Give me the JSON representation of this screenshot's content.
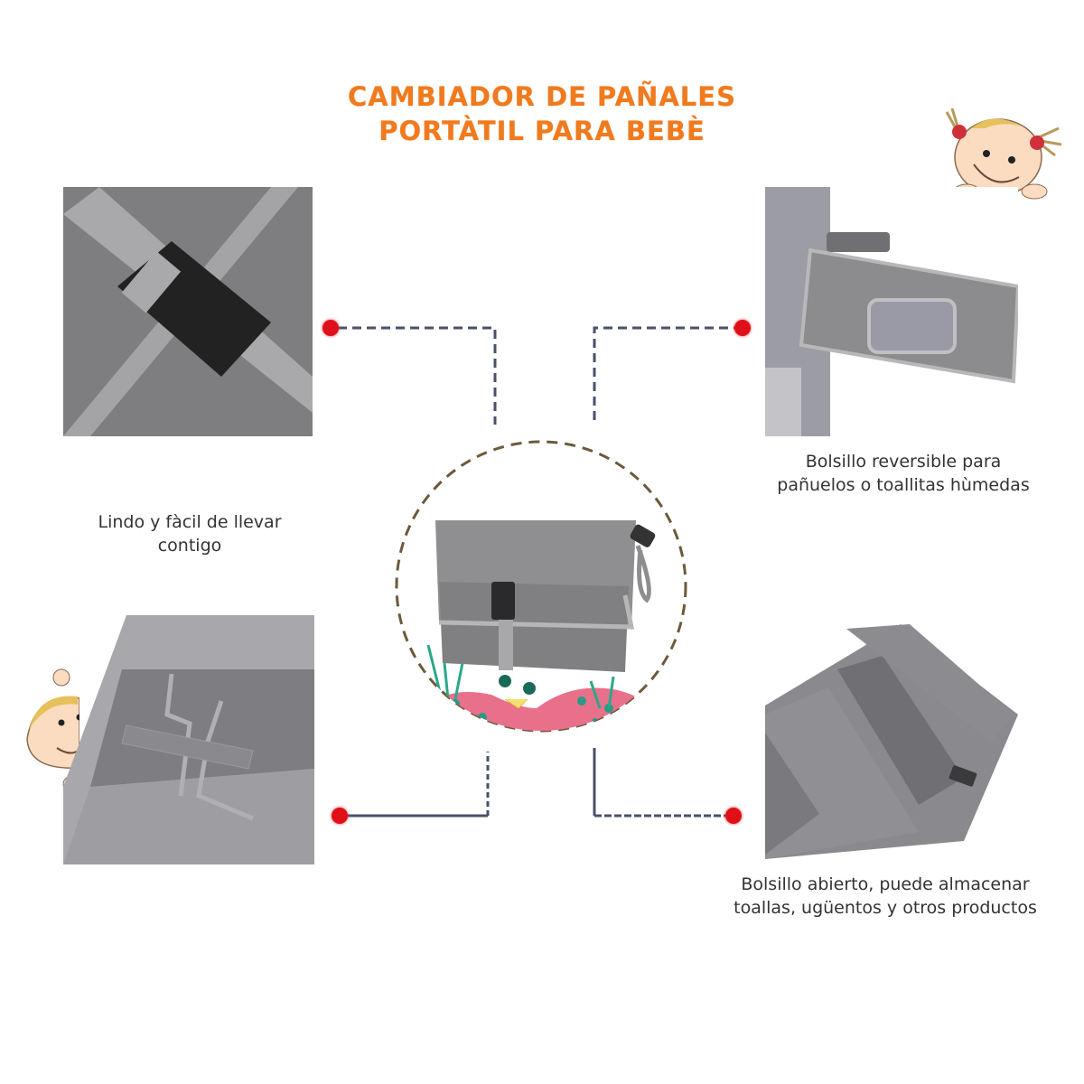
{
  "title": {
    "line1": "Cambiador de pañales",
    "line2": "Portàtil para bebè",
    "color": "#f07a1e"
  },
  "features": [
    {
      "id": "buckle",
      "position": "top-left",
      "image": "buckle-strap-photo",
      "caption_line1": "Lindo y fàcil de llevar",
      "caption_line2": "contigo"
    },
    {
      "id": "reversible-pocket",
      "position": "top-right",
      "image": "reversible-pocket-photo",
      "caption_line1": "Bolsillo reversible para",
      "caption_line2": "pañuelos o toallitas hùmedas"
    },
    {
      "id": "changing-pad",
      "position": "bottom-left",
      "image": "open-changing-pad-photo",
      "caption_line1": "",
      "caption_line2": ""
    },
    {
      "id": "open-pocket",
      "position": "bottom-right",
      "image": "open-pocket-photo",
      "caption_line1": "Bolsillo abierto, puede almacenar",
      "caption_line2": "toallas, ugüentos y otros productos"
    }
  ],
  "center": {
    "image": "folded-changing-bag-photo",
    "frame": "dashed-circle"
  },
  "decorations": [
    "baby-girl-pigtails-icon",
    "baby-boy-peeking-icon"
  ],
  "colors": {
    "callout_dot": "#e0101a",
    "callout_line": "#4a5068",
    "fabric_gray": "#8a8a8c",
    "circle_dash": "#6b5a3a"
  }
}
